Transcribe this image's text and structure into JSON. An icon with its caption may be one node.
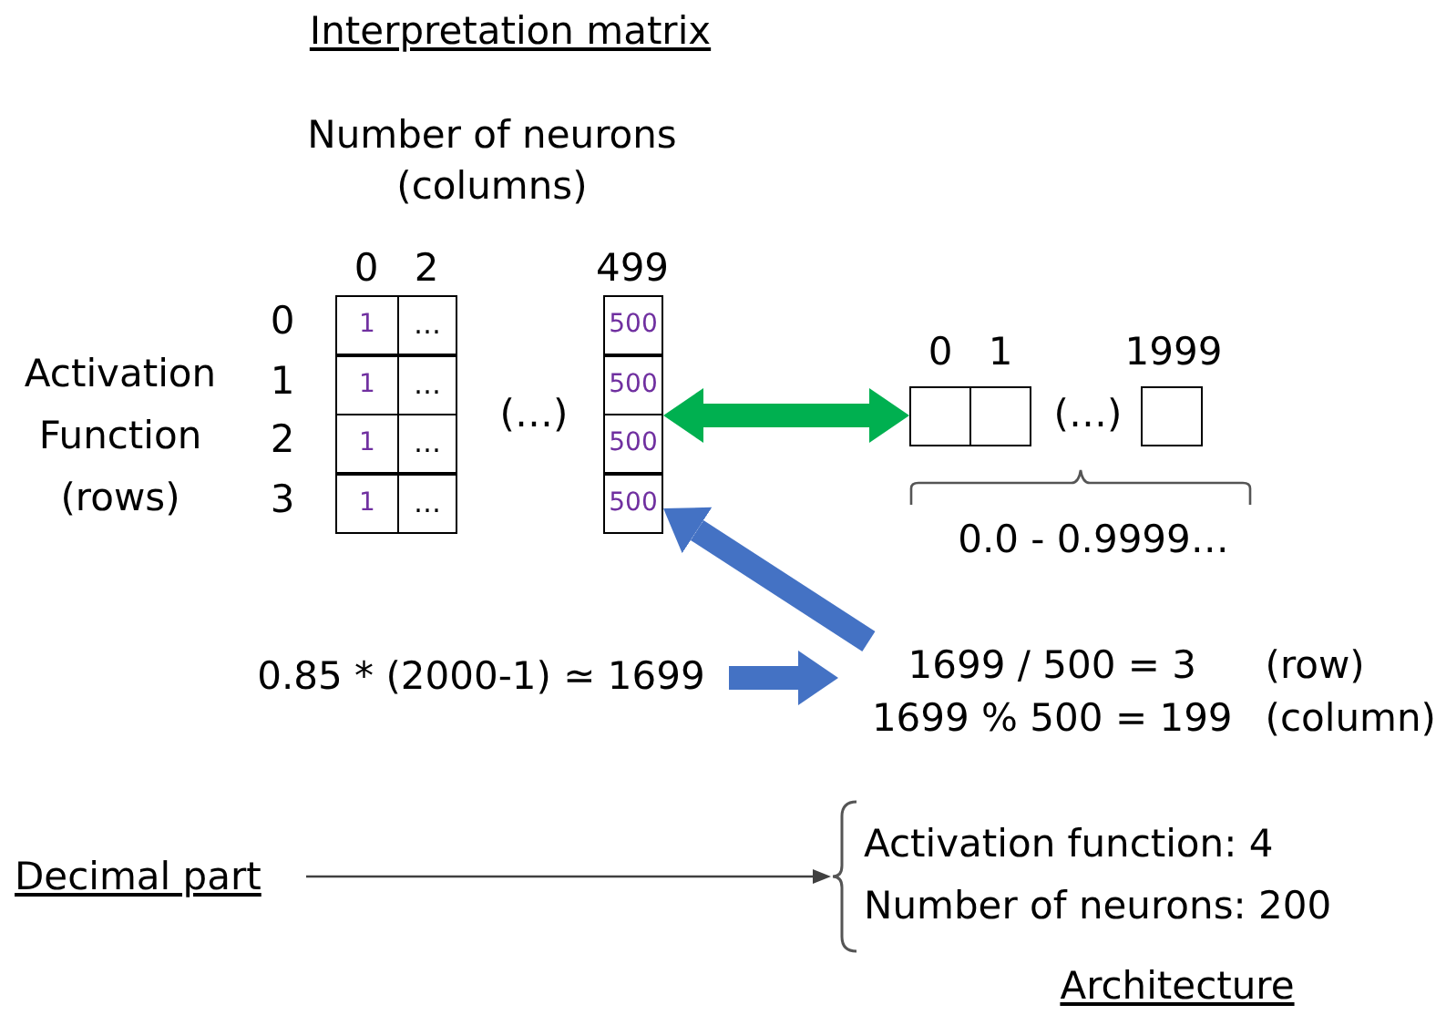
{
  "diagram": {
    "title": "Interpretation matrix",
    "nodes": [
      {
        "text": [],
        "shape": "box"
      },
      {
        "text": [],
        "shape": "box"
      },
      {
        "text": [
          "0.85 * (2000-1) ≃ 1699"
        ]
      },
      {
        "text": [
          "1699 / 500 = 3",
          "(row)",
          "1699 % 500 = 199",
          "(column)"
        ]
      },
      {
        "text": [
          "Decimal part"
        ]
      },
      {
        "text": [
          "Activation function: 4",
          "Number of neurons: 200"
        ],
        "beside": [
          "Architecture"
        ]
      }
    ],
    "edges": [
      {
        "from": 0,
        "to": 1,
        "arrow": "both",
        "color": "#00b050"
      },
      {
        "from": 2,
        "to": 3,
        "arrow": "to",
        "color": "#4472c4"
      },
      {
        "from": 3,
        "to": 0,
        "arrow": "to",
        "color": "#4472c4"
      },
      {
        "from": 4,
        "to": 5,
        "arrow": "to",
        "color": "#404040"
      }
    ],
    "labels": [
      "Number of neurons (columns)",
      "0",
      "2",
      "499",
      "Activation Function (rows)",
      "0",
      "1",
      "2",
      "3",
      "1",
      "…",
      "500",
      "1",
      "…",
      "500",
      "1",
      "…",
      "500",
      "1",
      "…",
      "500",
      "(…)",
      "0",
      "1",
      "1999",
      "(…)",
      "0.0 - 0.9999…"
    ]
  }
}
